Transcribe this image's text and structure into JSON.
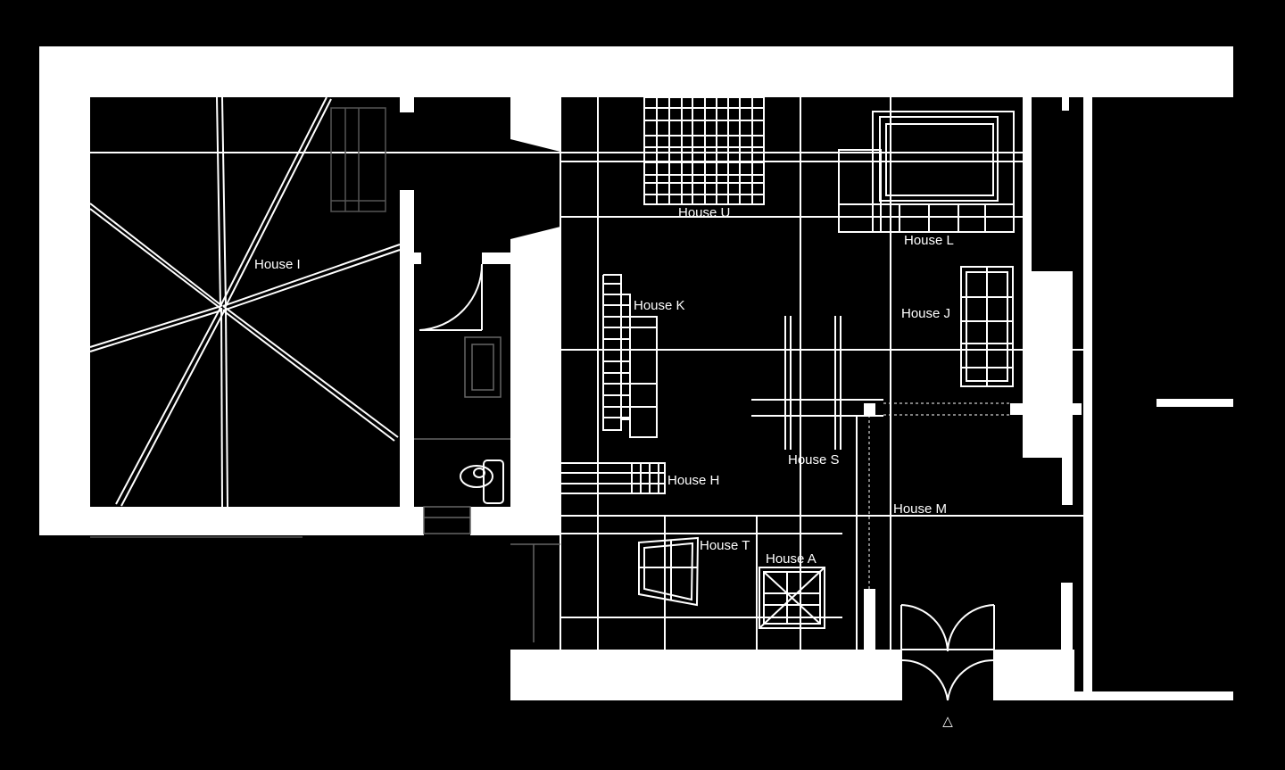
{
  "drawing": {
    "background_color": "#000000",
    "line_color": "#ffffff"
  },
  "labels": {
    "house_i": "House I",
    "house_u": "House U",
    "house_l": "House L",
    "house_k": "House K",
    "house_j": "House J",
    "house_h": "House H",
    "house_s": "House S",
    "house_m": "House M",
    "house_t": "House T",
    "house_a": "House A"
  },
  "entrance_marker": "△"
}
